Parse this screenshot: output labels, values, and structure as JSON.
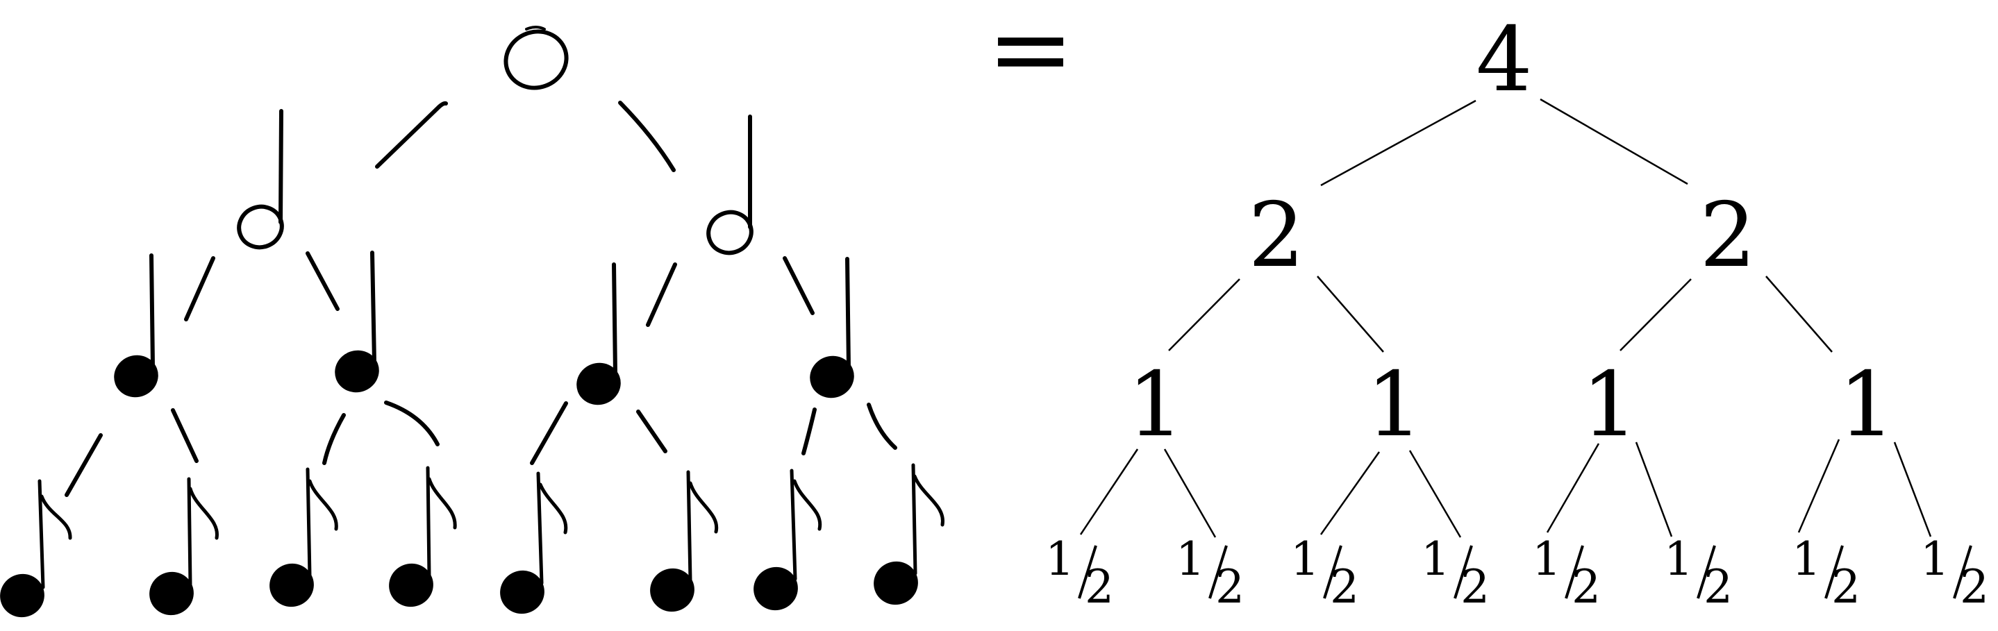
{
  "equals_sign": "=",
  "value_tree": {
    "root": "4",
    "level1": [
      "2",
      "2"
    ],
    "level2": [
      "1",
      "1",
      "1",
      "1"
    ],
    "level3": [
      {
        "num": "1",
        "den": "2"
      },
      {
        "num": "1",
        "den": "2"
      },
      {
        "num": "1",
        "den": "2"
      },
      {
        "num": "1",
        "den": "2"
      },
      {
        "num": "1",
        "den": "2"
      },
      {
        "num": "1",
        "den": "2"
      },
      {
        "num": "1",
        "den": "2"
      },
      {
        "num": "1",
        "den": "2"
      }
    ]
  },
  "note_tree": {
    "root": "whole-note-icon",
    "level1": [
      "half-note-icon",
      "half-note-icon"
    ],
    "level2": [
      "quarter-note-icon",
      "quarter-note-icon",
      "quarter-note-icon",
      "quarter-note-icon"
    ],
    "level3": [
      "eighth-note-icon",
      "eighth-note-icon",
      "eighth-note-icon",
      "eighth-note-icon",
      "eighth-note-icon",
      "eighth-note-icon",
      "eighth-note-icon",
      "eighth-note-icon"
    ]
  },
  "colors": {
    "ink": "#000000",
    "background": "#ffffff"
  }
}
